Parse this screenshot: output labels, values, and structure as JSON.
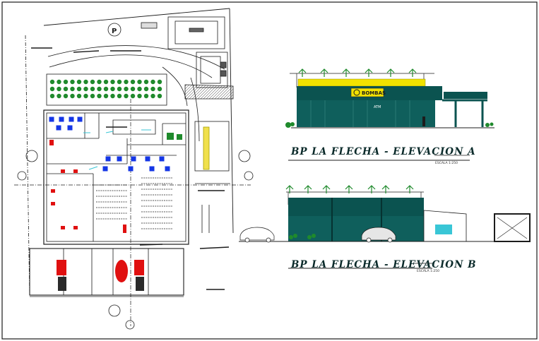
{
  "elevation_a": {
    "title": "BP LA FLECHA - ELEVACION A",
    "scale": "ESCALA 1:250",
    "sign": "BOMBAS",
    "atm": "ATM"
  },
  "elevation_b": {
    "title": "BP LA FLECHA - ELEVACION B",
    "scale": "ESCALA 1:250"
  },
  "plan": {
    "parking_symbol": "P"
  },
  "colors": {
    "line": "#1c1c1c",
    "teal": "#0b5350",
    "dark_teal": "#06302f",
    "yellow_sign": "#f2e200",
    "blue_fixture": "#1436e6",
    "red_equipment": "#e01010",
    "green_plant": "#1f8a2c",
    "cyan_detail": "#39c6d6"
  }
}
